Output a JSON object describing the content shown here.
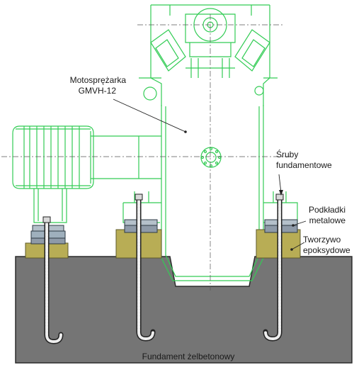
{
  "labels": {
    "compressor_line1": "Motosprężarka",
    "compressor_line2": "GMVH-12",
    "bolts_line1": "Śruby",
    "bolts_line2": "fundamentowe",
    "shims_line1": "Podkładki",
    "shims_line2": "metalowe",
    "epoxy_line1": "Tworzywo",
    "epoxy_line2": "epoksydowe",
    "foundation": "Fundament żelbetonowy"
  },
  "colors": {
    "machine_line": "#33cc55",
    "foundation": "#757575",
    "foundation_edge": "#2b2b2b",
    "epoxy": "#b8ad55",
    "shim": "#8e9aa8",
    "bolt": "#eeeeee",
    "centerline": "#555555"
  }
}
